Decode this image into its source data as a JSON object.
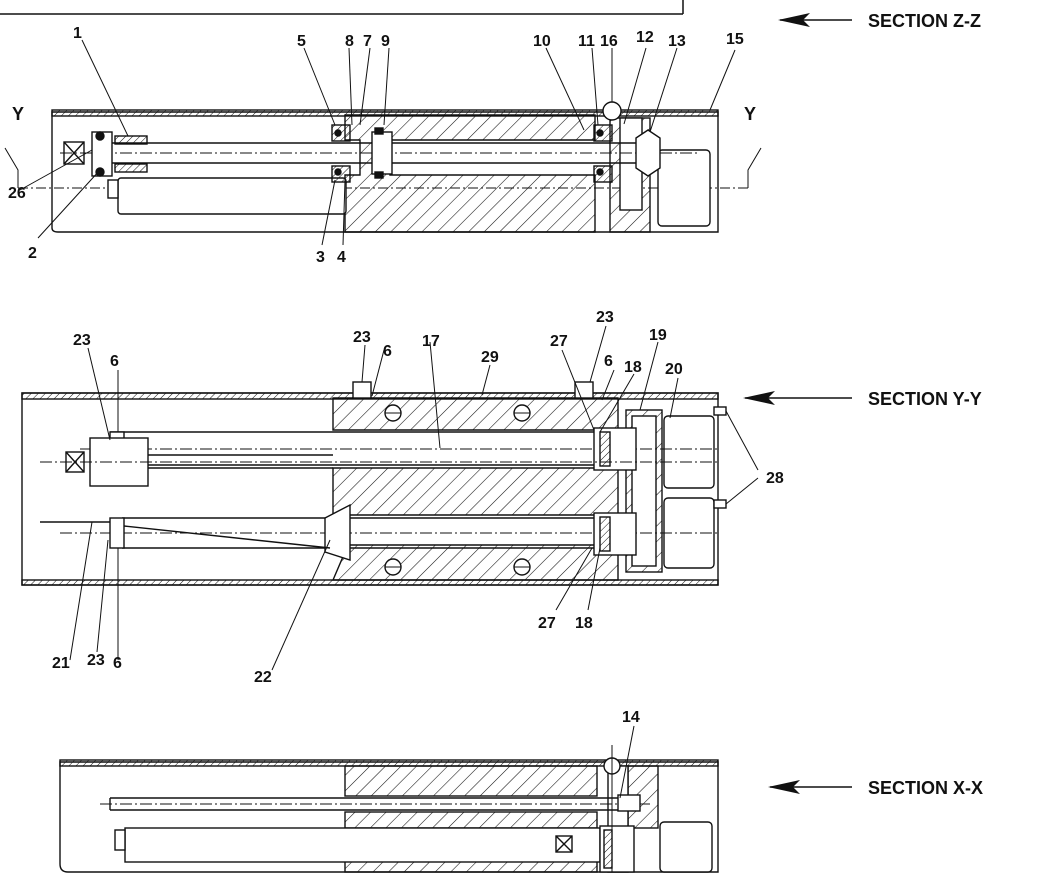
{
  "sections": {
    "z": "SECTION Z-Z",
    "y": "SECTION Y-Y",
    "x": "SECTION X-X"
  },
  "section_marks": {
    "left": "Y",
    "right": "Y"
  },
  "callouts": {
    "c1": "1",
    "c2": "2",
    "c3": "3",
    "c4": "4",
    "c5": "5",
    "c7": "7",
    "c8": "8",
    "c9": "9",
    "c10": "10",
    "c11": "11",
    "c12": "12",
    "c13": "13",
    "c14": "14",
    "c15": "15",
    "c16": "16",
    "c26": "26",
    "y6a": "6",
    "y6b": "6",
    "y6c": "6",
    "y6d": "6",
    "y17": "17",
    "y18a": "18",
    "y18b": "18",
    "y19": "19",
    "y20": "20",
    "y21": "21",
    "y22": "22",
    "y23a": "23",
    "y23b": "23",
    "y23c": "23",
    "y23d": "23",
    "y27a": "27",
    "y27b": "27",
    "y28": "28",
    "y29": "29"
  },
  "colors": {
    "ink": "#111111",
    "paper": "#ffffff"
  }
}
